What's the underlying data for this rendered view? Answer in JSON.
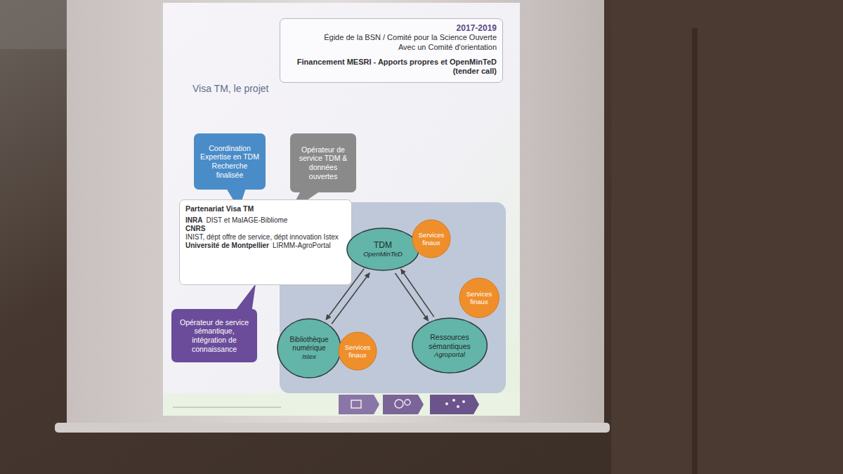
{
  "diagram": {
    "title": "Visa TM, le projet",
    "nodes": [
      {
        "text": [
          "2017-2019",
          "Égide de la BSN / Comité pour la Science Ouverte",
          "Avec un Comité d'orientation",
          "Financement MESRI - Apports propres et OpenMinTeD (tender call)"
        ]
      },
      {
        "text": [
          "Coordination Expertise en TDM Recherche finalisée"
        ]
      },
      {
        "text": [
          "Opérateur de service TDM & données ouvertes"
        ]
      },
      {
        "text": [
          "Partenariat Visa TM",
          "INRA",
          "DIST et MaIAGE-Bibliome",
          "CNRS",
          "INIST, dépt offre de service, dépt innovation Istex",
          "Université de Montpellier",
          "LIRMM-AgroPortal"
        ]
      },
      {
        "text": [
          "Opérateur de service sémantique, intégration de connaissance"
        ]
      },
      {
        "text": [
          "TDM",
          "OpenMinTeD"
        ]
      },
      {
        "text": [
          "Services finaux"
        ]
      },
      {
        "text": [
          "Bibliothèque numérique",
          "Istex"
        ]
      },
      {
        "text": [
          "Services finaux"
        ]
      },
      {
        "text": [
          "Ressources sémantiques",
          "Agroportal"
        ]
      },
      {
        "text": [
          "Services finaux"
        ]
      }
    ],
    "edges": [
      {
        "from": 7,
        "to": 5,
        "arrow": "to"
      },
      {
        "from": 5,
        "to": 7,
        "arrow": "to"
      },
      {
        "from": 5,
        "to": 9,
        "arrow": "to"
      },
      {
        "from": 9,
        "to": 5,
        "arrow": "to"
      }
    ]
  }
}
